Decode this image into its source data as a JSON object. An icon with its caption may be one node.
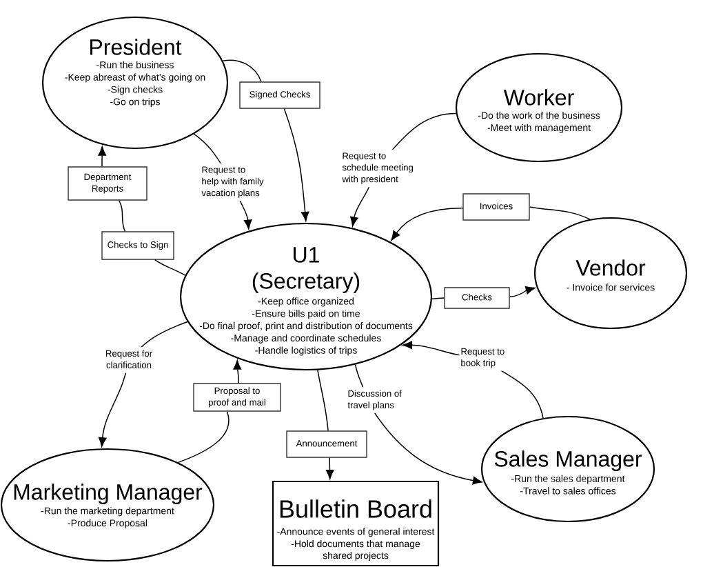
{
  "diagram": {
    "nodes": [
      {
        "text": [
          "President",
          "-Run the business",
          "-Keep abreast of what’s going on",
          "-Sign checks",
          "-Go on trips"
        ]
      },
      {
        "text": [
          "Signed Checks"
        ]
      },
      {
        "text": [
          "Worker",
          "-Do the work of the business",
          "-Meet with management"
        ]
      },
      {
        "text": [
          "Department Reports"
        ]
      },
      {
        "text": [
          "Invoices"
        ]
      },
      {
        "text": [
          "Checks to Sign"
        ]
      },
      {
        "text": [
          "U1 (Secretary)",
          "-Keep office organized",
          "-Ensure bills paid on time",
          "-Do final proof, print and distribution of documents",
          "-Manage and coordinate schedules",
          "-Handle logistics of trips"
        ]
      },
      {
        "text": [
          "Vendor",
          "- Invoice for services"
        ]
      },
      {
        "text": [
          "Checks"
        ]
      },
      {
        "text": [
          "Proposal to proof and mail"
        ]
      },
      {
        "text": [
          "Announcement"
        ]
      },
      {
        "text": [
          "Sales Manager",
          "-Run the sales department",
          "-Travel to sales offices"
        ]
      },
      {
        "text": [
          "Marketing Manager",
          "-Run the marketing department",
          "-Produce Proposal"
        ]
      },
      {
        "text": [
          "Bulletin Board",
          "-Announce events of general interest",
          "-Hold documents that manage shared projects"
        ]
      }
    ],
    "edges": [
      {
        "from": 0,
        "to": 1,
        "arrow": "none"
      },
      {
        "from": 1,
        "to": 6,
        "arrow": "to"
      },
      {
        "from": 0,
        "to": 6,
        "arrow": "to",
        "label": "Request to help with family vacation plans"
      },
      {
        "from": 2,
        "to": 6,
        "arrow": "to",
        "label": "Request to schedule meeting with president"
      },
      {
        "from": 7,
        "to": 4,
        "arrow": "none"
      },
      {
        "from": 4,
        "to": 6,
        "arrow": "to"
      },
      {
        "from": 6,
        "to": 5,
        "arrow": "none"
      },
      {
        "from": 5,
        "to": 3,
        "arrow": "none"
      },
      {
        "from": 3,
        "to": 0,
        "arrow": "to"
      },
      {
        "from": 6,
        "to": 8,
        "arrow": "none"
      },
      {
        "from": 8,
        "to": 7,
        "arrow": "to"
      },
      {
        "from": 11,
        "to": 6,
        "arrow": "to",
        "label": "Request to book trip"
      },
      {
        "from": 6,
        "to": 11,
        "arrow": "to",
        "label": "Discussion of travel plans"
      },
      {
        "from": 12,
        "to": 9,
        "arrow": "none"
      },
      {
        "from": 9,
        "to": 6,
        "arrow": "to"
      },
      {
        "from": 6,
        "to": 12,
        "arrow": "to",
        "label": "Request for clarification"
      },
      {
        "from": 6,
        "to": 10,
        "arrow": "none"
      },
      {
        "from": 10,
        "to": 13,
        "arrow": "to"
      }
    ]
  }
}
